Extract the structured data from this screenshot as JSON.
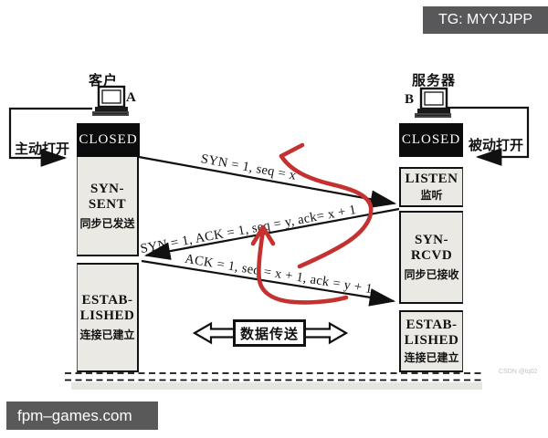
{
  "watermarks": {
    "tg_badge": "TG: MYYJJPP",
    "site_badge": "fpm–games.com",
    "csdn": "CSDN @tq02"
  },
  "client": {
    "title": "客户",
    "host_label": "A",
    "open_action": "主动打开",
    "states": {
      "closed": "CLOSED",
      "syn_sent_en": "SYN-\nSENT",
      "syn_sent_zh": "同步已发送",
      "estab_en": "ESTAB-\nLISHED",
      "estab_zh": "连接已建立"
    }
  },
  "server": {
    "title": "服务器",
    "host_label": "B",
    "open_action": "被动打开",
    "states": {
      "closed": "CLOSED",
      "listen_en": "LISTEN",
      "listen_zh": "监听",
      "syn_rcvd_en": "SYN-\nRCVD",
      "syn_rcvd_zh": "同步已接收",
      "estab_en": "ESTAB-\nLISHED",
      "estab_zh": "连接已建立"
    }
  },
  "messages": {
    "syn": "SYN = 1, seq = x",
    "synack": "SYN = 1, ACK = 1, seq = y, ack= x + 1",
    "ack": "ACK = 1, seq = x + 1, ack = y + 1"
  },
  "data_transfer": {
    "label": "数据传送"
  },
  "colors": {
    "annotation_red": "#c43131",
    "badge_bg": "#58585a",
    "column_bg": "#ebe9e4",
    "closed_bg": "#0c0c0c"
  }
}
